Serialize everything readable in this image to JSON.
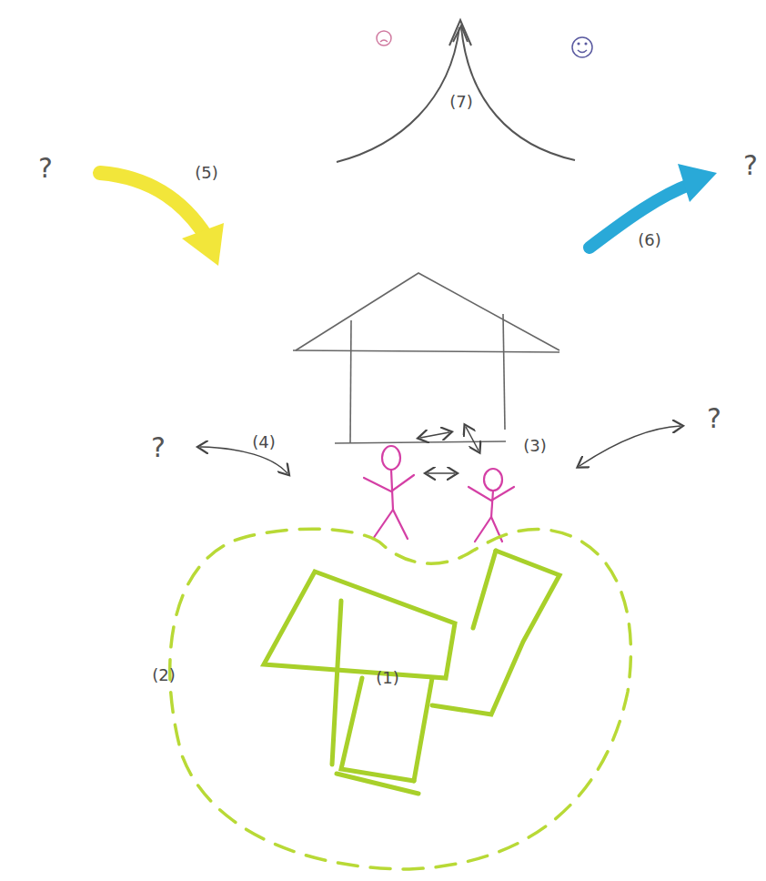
{
  "diagram": {
    "labels": [
      "(7)",
      "?",
      "(5)",
      "?",
      "(6)",
      "?",
      "(4)",
      "(3)",
      "?",
      "(1)",
      "(2)"
    ]
  }
}
